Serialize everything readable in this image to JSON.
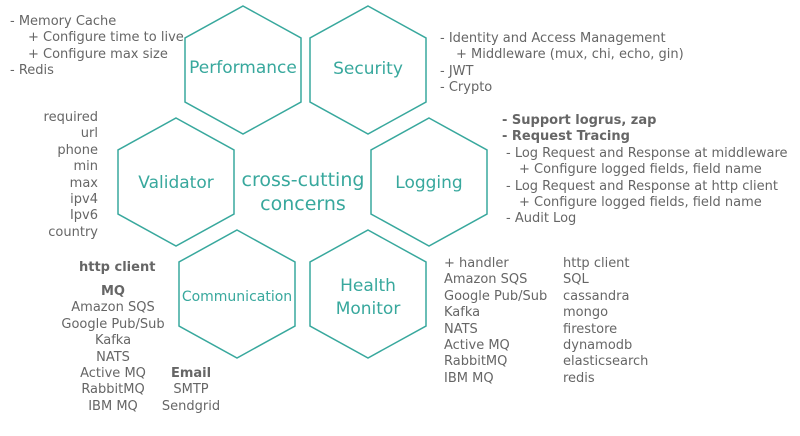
{
  "center": {
    "line1": "cross-cutting",
    "line2": "concerns"
  },
  "hexagons": {
    "performance": "Performance",
    "security": "Security",
    "validator": "Validator",
    "logging": "Logging",
    "communication": "Communication",
    "health_line1": "Health",
    "health_line2": "Monitor"
  },
  "performance_notes": [
    "- Memory Cache",
    "+ Configure time to live",
    "+ Configure max size",
    "- Redis"
  ],
  "security_notes": [
    "- Identity and Access Management",
    "+ Middleware (mux, chi, echo, gin)",
    "- JWT",
    "- Crypto"
  ],
  "validator_notes": [
    "required",
    "url",
    "phone",
    "min",
    "max",
    "ipv4",
    "Ipv6",
    "country"
  ],
  "logging_notes": [
    "- Support logrus, zap",
    "- Request Tracing",
    "- Log Request and Response at middleware",
    "+ Configure logged fields, field name",
    "- Log Request and Response at http client",
    "+ Configure logged fields, field name",
    "- Audit Log"
  ],
  "communication_notes": {
    "http_client": "http client",
    "mq_heading": "MQ",
    "mq_items": [
      "Amazon SQS",
      "Google Pub/Sub",
      "Kafka",
      "NATS",
      "Active MQ",
      "RabbitMQ",
      "IBM MQ"
    ],
    "email_heading": "Email",
    "email_items": [
      "SMTP",
      "Sendgrid"
    ]
  },
  "health_notes": {
    "column1": [
      "+ handler",
      "Amazon SQS",
      "Google Pub/Sub",
      "Kafka",
      "NATS",
      "Active MQ",
      "RabbitMQ",
      "IBM MQ"
    ],
    "column2": [
      "http client",
      "SQL",
      "cassandra",
      "mongo",
      "firestore",
      "dynamodb",
      "elasticsearch",
      "redis"
    ]
  }
}
